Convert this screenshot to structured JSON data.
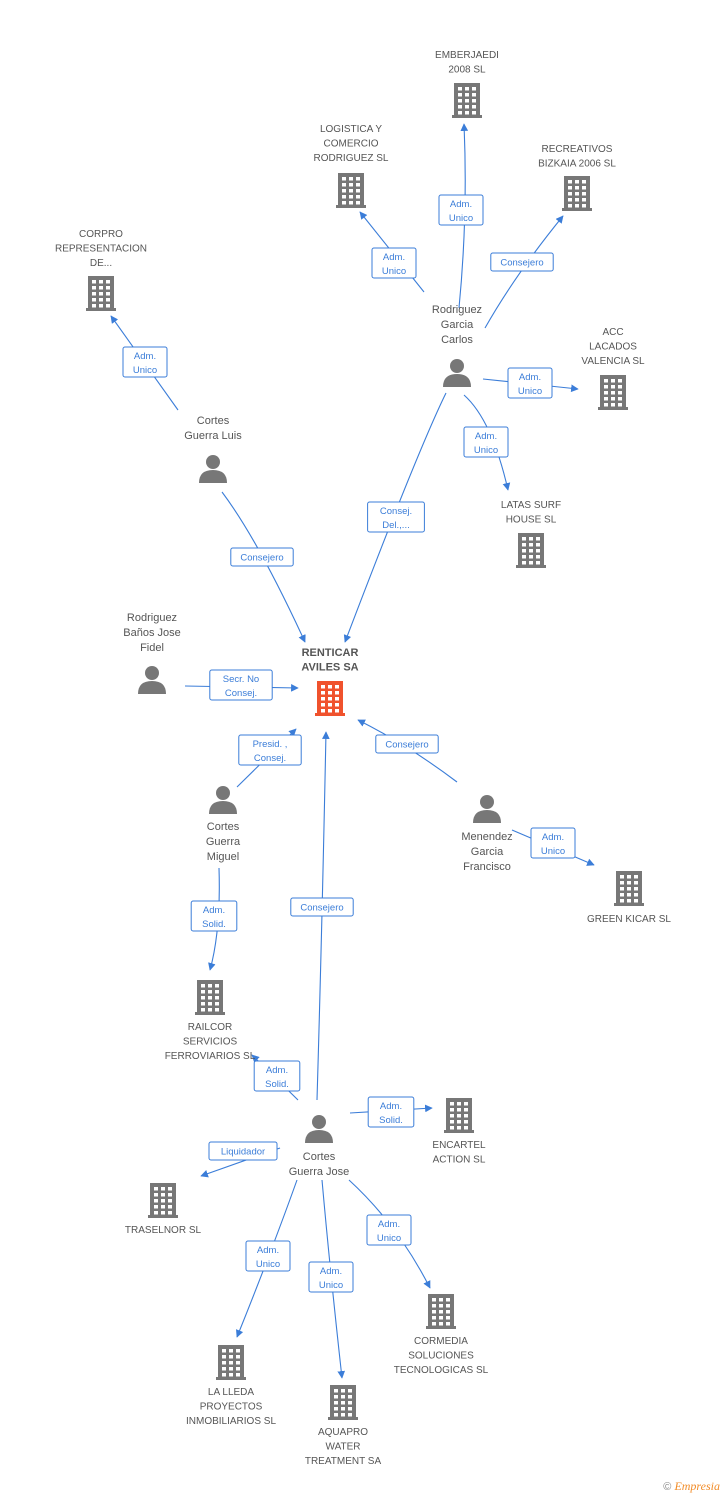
{
  "colors": {
    "edge": "#3b7dd8",
    "node": "#777777",
    "center": "#f0522d",
    "text": "#555555"
  },
  "footer": {
    "copyright": "©",
    "brand": "Empresia"
  },
  "nodes": [
    {
      "id": "renticar",
      "kind": "center",
      "lines": [
        "RENTICAR",
        "AVILES SA"
      ]
    },
    {
      "id": "emberjaedi",
      "kind": "company",
      "lines": [
        "EMBERJAEDI",
        "2008 SL"
      ]
    },
    {
      "id": "logistica",
      "kind": "company",
      "lines": [
        "LOGISTICA Y",
        "COMERCIO",
        "RODRIGUEZ SL"
      ]
    },
    {
      "id": "recreativos",
      "kind": "company",
      "lines": [
        "RECREATIVOS",
        "BIZKAIA 2006 SL"
      ]
    },
    {
      "id": "corpro",
      "kind": "company",
      "lines": [
        "CORPRO",
        "REPRESENTACION",
        "DE..."
      ]
    },
    {
      "id": "acc",
      "kind": "company",
      "lines": [
        "ACC",
        "LACADOS",
        "VALENCIA SL"
      ]
    },
    {
      "id": "latas",
      "kind": "company",
      "lines": [
        "LATAS SURF",
        "HOUSE SL"
      ]
    },
    {
      "id": "greenkicar",
      "kind": "company",
      "lines": [
        "GREEN KICAR SL"
      ]
    },
    {
      "id": "railcor",
      "kind": "company",
      "lines": [
        "RAILCOR",
        "SERVICIOS",
        "FERROVIARIOS SL"
      ]
    },
    {
      "id": "encartel",
      "kind": "company",
      "lines": [
        "ENCARTEL",
        "ACTION SL"
      ]
    },
    {
      "id": "traselnor",
      "kind": "company",
      "lines": [
        "TRASELNOR SL"
      ]
    },
    {
      "id": "cormedia",
      "kind": "company",
      "lines": [
        "CORMEDIA",
        "SOLUCIONES",
        "TECNOLOGICAS SL"
      ]
    },
    {
      "id": "lalleda",
      "kind": "company",
      "lines": [
        "LA LLEDA",
        "PROYECTOS",
        "INMOBILIARIOS SL"
      ]
    },
    {
      "id": "aquapro",
      "kind": "company",
      "lines": [
        "AQUAPRO",
        "WATER",
        "TREATMENT SA"
      ]
    },
    {
      "id": "rodriguezcarlos",
      "kind": "person",
      "lines": [
        "Rodriguez",
        "Garcia",
        "Carlos"
      ]
    },
    {
      "id": "corteluis",
      "kind": "person",
      "lines": [
        "Cortes",
        "Guerra Luis"
      ]
    },
    {
      "id": "rodriguezjose",
      "kind": "person",
      "lines": [
        "Rodriguez",
        "Baños Jose",
        "Fidel"
      ]
    },
    {
      "id": "cortesmiguel",
      "kind": "person",
      "lines": [
        "Cortes",
        "Guerra",
        "Miguel"
      ]
    },
    {
      "id": "menendez",
      "kind": "person",
      "lines": [
        "Menendez",
        "Garcia",
        "Francisco"
      ]
    },
    {
      "id": "cortesjose",
      "kind": "person",
      "lines": [
        "Cortes",
        "Guerra Jose"
      ]
    }
  ],
  "edges": [
    {
      "id": "e1",
      "from": "rodriguezcarlos",
      "to": "emberjaedi",
      "label": [
        "Adm.",
        "Unico"
      ]
    },
    {
      "id": "e2",
      "from": "rodriguezcarlos",
      "to": "logistica",
      "label": [
        "Adm.",
        "Unico"
      ]
    },
    {
      "id": "e3",
      "from": "rodriguezcarlos",
      "to": "recreativos",
      "label": [
        "Consejero"
      ]
    },
    {
      "id": "e4",
      "from": "rodriguezcarlos",
      "to": "acc",
      "label": [
        "Adm.",
        "Unico"
      ]
    },
    {
      "id": "e5",
      "from": "rodriguezcarlos",
      "to": "latas",
      "label": [
        "Adm.",
        "Unico"
      ]
    },
    {
      "id": "e6",
      "from": "rodriguezcarlos",
      "to": "renticar",
      "label": [
        "Consej.",
        "Del.,..."
      ]
    },
    {
      "id": "e7",
      "from": "corteluis",
      "to": "corpro",
      "label": [
        "Adm.",
        "Unico"
      ]
    },
    {
      "id": "e8",
      "from": "corteluis",
      "to": "renticar",
      "label": [
        "Consejero"
      ]
    },
    {
      "id": "e9",
      "from": "rodriguezjose",
      "to": "renticar",
      "label": [
        "Secr.  No",
        "Consej."
      ]
    },
    {
      "id": "e10",
      "from": "cortesmiguel",
      "to": "renticar",
      "label": [
        "Presid. ,",
        "Consej."
      ]
    },
    {
      "id": "e11",
      "from": "cortesmiguel",
      "to": "railcor",
      "label": [
        "Adm.",
        "Solid."
      ]
    },
    {
      "id": "e12",
      "from": "menendez",
      "to": "renticar",
      "label": [
        "Consejero"
      ]
    },
    {
      "id": "e13",
      "from": "menendez",
      "to": "greenkicar",
      "label": [
        "Adm.",
        "Unico"
      ]
    },
    {
      "id": "e14",
      "from": "cortesjose",
      "to": "renticar",
      "label": [
        "Consejero"
      ]
    },
    {
      "id": "e15",
      "from": "cortesjose",
      "to": "railcor",
      "label": [
        "Adm.",
        "Solid."
      ]
    },
    {
      "id": "e16",
      "from": "cortesjose",
      "to": "encartel",
      "label": [
        "Adm.",
        "Solid."
      ]
    },
    {
      "id": "e17",
      "from": "cortesjose",
      "to": "traselnor",
      "label": [
        "Liquidador"
      ]
    },
    {
      "id": "e18",
      "from": "cortesjose",
      "to": "cormedia",
      "label": [
        "Adm.",
        "Unico"
      ]
    },
    {
      "id": "e19",
      "from": "cortesjose",
      "to": "lalleda",
      "label": [
        "Adm.",
        "Unico"
      ]
    },
    {
      "id": "e20",
      "from": "cortesjose",
      "to": "aquapro",
      "label": [
        "Adm.",
        "Unico"
      ]
    }
  ]
}
